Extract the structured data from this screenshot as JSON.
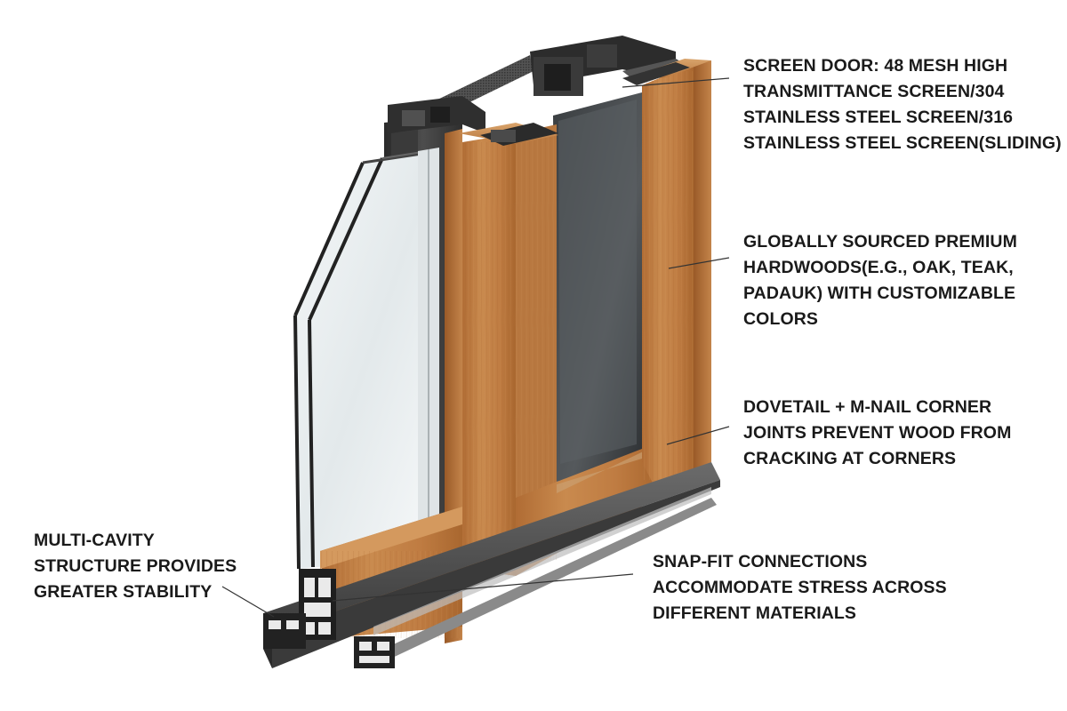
{
  "colors": {
    "background": "#ffffff",
    "text": "#1a1a1a",
    "leader": "#333333",
    "wood_light": "#c98a4e",
    "wood_mid": "#b5733a",
    "wood_dark": "#8a5225",
    "aluminum_dark": "#2b2b2b",
    "aluminum_mid": "#4a4a4a",
    "glass": "#e9eef0",
    "glass_edge": "#5a5a5a",
    "screen_mesh": "#3a3a3a",
    "gasket": "#111111"
  },
  "callouts": [
    {
      "id": "screen-door",
      "lines": [
        "SCREEN DOOR: 48 MESH HIGH",
        "TRANSMITTANCE SCREEN/304",
        "STAINLESS STEEL SCREEN/316",
        "STAINLESS STEEL SCREEN(SLIDING)"
      ]
    },
    {
      "id": "hardwoods",
      "lines": [
        "GLOBALLY SOURCED PREMIUM",
        "HARDWOODS(E.G., OAK, TEAK,",
        "PADAUK) WITH CUSTOMIZABLE",
        "COLORS"
      ]
    },
    {
      "id": "corner-joints",
      "lines": [
        "DOVETAIL + M-NAIL CORNER",
        "JOINTS PREVENT WOOD FROM",
        "CRACKING AT CORNERS"
      ]
    },
    {
      "id": "snap-fit",
      "lines": [
        "SNAP-FIT CONNECTIONS",
        "ACCOMMODATE STRESS ACROSS",
        "DIFFERENT MATERIALS"
      ]
    },
    {
      "id": "multi-cavity",
      "lines": [
        "MULTI-CAVITY",
        "STRUCTURE PROVIDES",
        "GREATER STABILITY"
      ]
    }
  ]
}
